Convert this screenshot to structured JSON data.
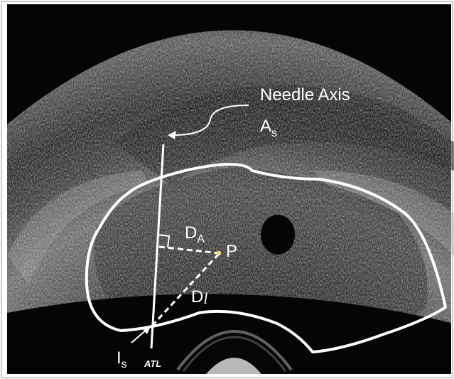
{
  "labels": {
    "needle_axis": "Needle Axis",
    "axis_symbol": "A",
    "axis_subscript": "s",
    "point": "P",
    "dist_axis_main": "D",
    "dist_axis_sub": "A",
    "dist_entry_main": "D",
    "dist_entry_sub": "l",
    "entry_main": "I",
    "entry_sub": "s",
    "logo": "ATL"
  },
  "colors": {
    "annotation": "#ffffff",
    "point_marker": "#f5e04a",
    "background": "#000000",
    "probe": "#b8b8b8"
  }
}
